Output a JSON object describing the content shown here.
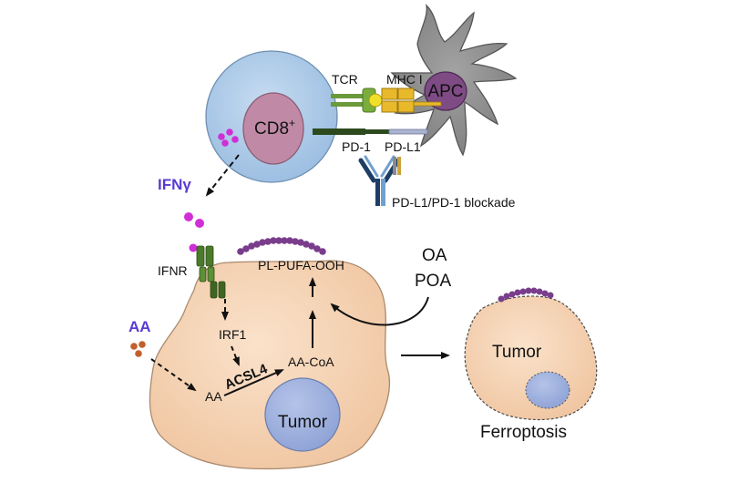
{
  "labels": {
    "cd8": "CD8",
    "cd8_sup": "+",
    "apc": "APC",
    "tcr": "TCR",
    "mhc": "MHC I",
    "pd1": "PD-1",
    "pdl1": "PD-L1",
    "blockade": "PD-L1/PD-1 blockade",
    "ifng": "IFNγ",
    "ifnr": "IFNR",
    "irf1": "IRF1",
    "aa_source": "AA",
    "aa": "AA",
    "acsl4": "ACSL4",
    "aacoa": "AA-CoA",
    "plpufa": "PL-PUFA-OOH",
    "oa": "OA",
    "poa": "POA",
    "tumor_main": "Tumor",
    "tumor_dead": "Tumor",
    "ferroptosis": "Ferroptosis"
  },
  "colors": {
    "cd8_cell": "#a9c8e6",
    "cd8_nucleus": "#c08aa6",
    "apc_cell": "#8c8c8c",
    "apc_nucleus": "#7e4b84",
    "tumor_cell": "#f5d3b4",
    "tumor_nucleus": "#9fb1dd",
    "purple_accent": "#5a3ad3",
    "ifng_dot": "#d02fd6",
    "aa_dot": "#c2602c",
    "lipid_bead": "#7a3d8c"
  }
}
